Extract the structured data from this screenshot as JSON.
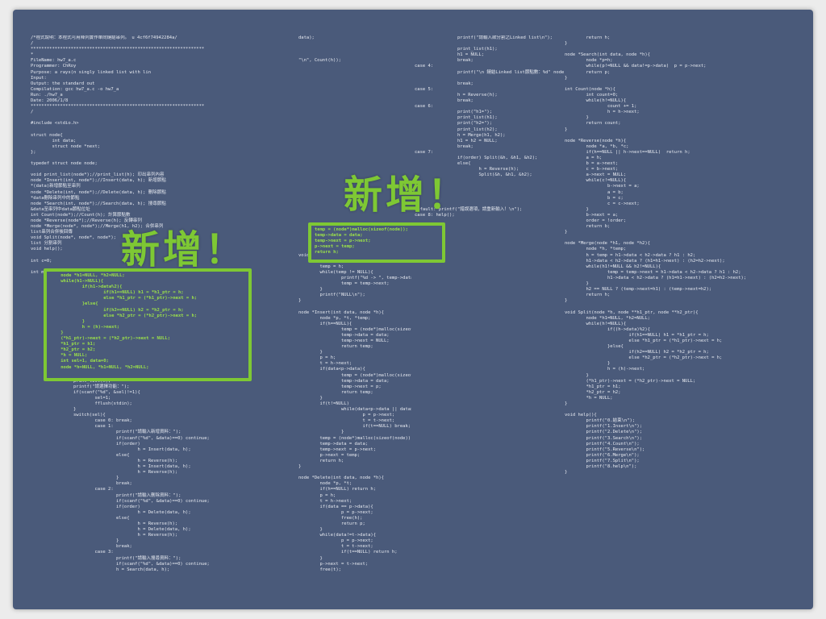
{
  "code": {
    "col1": "/*程式說明：本程式可用陣列實作單向鏈結串列。 u 4cf6f74942284a/\n/\n*****************************************************************\n*\nFileName: hw7_a.c\nProgrammer: ChRoy\nPurpose: a rays(n singly linked list with lin\nInput:\nOutput: the standard out\nCompilation: gcc hw7_a.c -o hw7_a\nRun: ./hw7_a\nDate: 2006/1/8\n*****************************************************************\n/\n\n#include <stdio.h>\n\nstruct node{\n        int data;\n        struct node *next;\n};\n\ntypedef struct node node;\n\nvoid print_list(node*);//print_list(h); 印出串列內容\nnode *Insert(int, node*);//Insert(data, h); 新增節點\n*(data)新增節點至串列\nnode *Delete(int, node*);//Delete(data, h); 刪除節點\n*data刪除串列中的節點\nnode *Search(int, node*);//Search(data, h); 搜尋節點\n&data至串列中data節點位址\nint Count(node*);//Count(h); 計算節點數\nnode *Reverse(node*);//Reverse(h); 反轉串列\nnode *Merge(node*, node*);//Merge(h1, h2); 合併串列\nlist串列合併後回傳\nvoid Split(node*, node*, node*);\nlist 分割串列\nvoid help();\n\nint c=0;\n\nint main(void){\n\n\n\n\n\n\n\n\n\n\n\n\n\n\n\n\n        while(sel){\n                printf(\"\\n<< 鏈結Linked list\\n\");\n                print_list(h);\n                printf(\"請選擇功能：\");\n                if(scanf(\"%d\", &sel)!=1){\n                        sel=1;\n                        fflush(stdin);\n                }\n                switch(sel){\n                        case 0: break;\n                        case 1:\n                                printf(\"請輸入新增資料：\");\n                                if(scanf(\"%d\", &data)==0) continue;\n                                if(order)\n                                        h = Insert(data, h);\n                                else{\n                                        h = Reverse(h);\n                                        h = Insert(data, h);\n                                        h = Reverse(h);\n                                }\n                                break;\n                        case 2:\n                                printf(\"請輸入刪除資料：\");\n                                if(scanf(\"%d\", &data)==0) continue;\n                                if(order)\n                                        h = Delete(data, h);\n                                else{\n                                        h = Reverse(h);\n                                        h = Delete(data, h);\n                                        h = Reverse(h);\n                                }\n                                break;\n                        case 3:\n                                printf(\"請輸入搜尋資料：\");\n                                if(scanf(\"%d\", &data)==0) continue;\n                                h = Search(data, h);",
    "col2": "data);\n\n\n\n\"\\n\", Count(h));\n\n\n\n\n\n\n\n\n\n\n\n\n\n\n\n\n\n\n\n\n\n\n\n\n\n\n\n\n\n\n\n\n\nvoid print_list(node *h){\n        node *temp;\n        temp = h;\n        while(temp != NULL){\n                printf(\"%d -> \", temp->data);\n                temp = temp->next;\n        }\n        printf(\"NULL\\n\");\n}\n\nnode *Insert(int data, node *h){\n        node *p, *t, *temp;\n        if(h==NULL){\n                temp = (node*)malloc(sizeof(node));\n                temp->data = data;\n                temp->next = NULL;\n                return temp;\n        }\n        p = h;\n        t = h->next;\n        if(data<p->data){\n                temp = (node*)malloc(sizeof(node));\n                temp->data = data;\n                temp->next = p;\n                return temp;\n        }\n        if(t!=NULL)\n                while(data<p->data || data>t->data){\n                        p = p->next;\n                        t = t->next;\n                        if(t==NULL) break;\n                }\n        temp = (node*)malloc(sizeof(node));\n        temp->data = data;\n        temp->next = p->next;\n        p->next = temp;\n        return h;\n}\n\nnode *Delete(int data, node *h){\n        node *p, *t;\n        if(h==NULL) return h;\n        p = h;\n        t = h->next;\n        if(data == p->data){\n                p = p->next;\n                free(h);\n                return p;\n        }\n        while(data!=t->data){\n                p = p->next;\n                t = t->next;\n                if(t==NULL) return h;\n        }\n        p->next = t->next;\n        free(t);",
    "col3": "                printf(\"請輸入欲分割之Linked list\\n\");\n\n                print_list(h1);\n                h1 = NULL;\n                break;\ncase 4:\n                printf(\"\\n 鏈結Linked list節點數：%d\" node\n\n                break;\ncase 5:\n                h = Reverse(h);\n                break;\ncase 6:\n                print(\"h1=\");\n                print_list(h1);\n                print(\"h2=\");\n                print_list(h2);\n                h = Merge(h1, h2);\n                h1 = h2 = NULL;\n                break;\ncase 7:\n                if(order) Split(&h, &h1, &h2);\n                else{\n                        h = Reverse(h);\n                        Split(&h, &h1, &h2);\n\n\n\n\n\ndefault: printf(\"錯誤選項，請重新輸入！\\n\");\ncase 8: help();",
    "col4": "        return h;\n}\n\nnode *Search(int data, node *h){\n        node *p=h;\n        while(p!=NULL && data!=p->data)  p = p->next;\n        return p;\n}\n\nint Count(node *h){\n        int count=0;\n        while(h!=NULL){\n                count += 1;\n                h = h->next;\n        }\n        return count;\n}\n\nnode *Reverse(node *h){\n        node *a, *b, *c;\n        if(h==NULL || h->next==NULL)  return h;\n        a = h;\n        b = a->next;\n        c = b->next;\n        a->next = NULL;\n        while(c!=NULL){\n                b->next = a;\n                a = b;\n                b = c;\n                c = c->next;\n        }\n        b->next = a;\n        order = !order;\n        return b;\n}\n\nnode *Merge(node *h1, node *h2){\n        node *h, *temp;\n        h = temp = h1->data < h2->data ? h1 : h2;\n        h1->data < h2->data ? (h1=h1->next) : (h2=h2->next);\n        while(h1!=NULL && h2!=NULL){\n                temp = temp->next = h1->data < h2->data ? h1 : h2;\n                h1->data < h2->data ? (h1=h1->next) : (h2=h2->next);\n        }\n        h2 == NULL ? (temp->next=h1) : (temp->next=h2);\n        return h;\n}\n\nvoid Split(node *h, node **h1_ptr, node **h2_ptr){\n        node *h1=NULL, *h2=NULL;\n        while(h!=NULL){\n                if((h->data)%2){\n                        if(h1==NULL) h1 = *h1_ptr = h;\n                        else *h1_ptr = (*h1_ptr)->next = h;\n                }else{\n                        if(h2==NULL) h2 = *h2_ptr = h;\n                        else *h2_ptr = (*h2_ptr)->next = h;\n                }\n                h = (h)->next;\n        }\n        (*h1_ptr)->next = (*h2_ptr)->next = NULL;\n        *h1_ptr = h1;\n        *h2_ptr = h2;\n        *h = NULL;\n}\n\nvoid help(){\n        printf(\"0.結束\\n\");\n        printf(\"1.Insert\\n\");\n        printf(\"2.Delete\\n\");\n        printf(\"3.Search\\n\");\n        printf(\"4.Count\\n\");\n        printf(\"5.Reverse\\n\");\n        printf(\"6.Merge\\n\");\n        printf(\"7.Split\\n\");\n        printf(\"8.help\\n\");\n}"
  },
  "highlight_main": "    node *h1=NULL, *h2=NULL;\n    while(h1->NULL){\n            if(h1->data%2){\n                    if(h1==NULL) h1 = *h1_ptr = h;\n                    else *h1_ptr = (*h1_ptr)->next = h;\n            }else{\n                    if(h2==NULL) h2 = *h2_ptr = h;\n                    else *h2_ptr = (*h2_ptr)->next = h;\n            }\n            h = (h)->next;\n    }\n    (*h1_ptr)->next = (*h2_ptr)->next = NULL;\n    *h1_ptr = h1;\n    *h2_ptr = h2;\n    *h = NULL;\n    int sel=1, data=0;\n    node *h=NULL, *h1=NULL, *h2=NULL;",
  "highlight_insert": "temp = (node*)malloc(sizeof(node));\ntemp->data = data;\ntemp->next = p->next;\np->next = temp;\nreturn h;",
  "annotation": "新增！"
}
